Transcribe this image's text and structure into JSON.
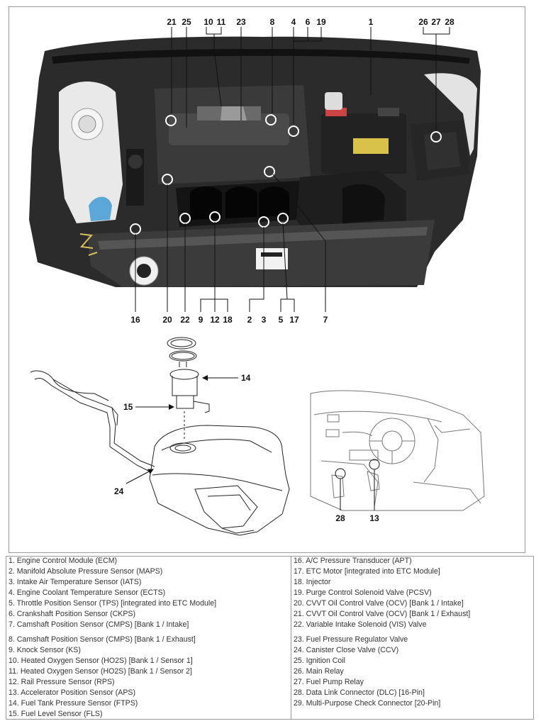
{
  "engine_callouts": {
    "top": [
      "21",
      "25",
      "10",
      "11",
      "23",
      "8",
      "4",
      "6",
      "19",
      "1",
      "26",
      "27",
      "28"
    ],
    "bottom": [
      "16",
      "20",
      "22",
      "9",
      "12",
      "18",
      "2",
      "3",
      "5",
      "17",
      "7"
    ]
  },
  "fuel_callouts": [
    "14",
    "15",
    "24"
  ],
  "cabin_callouts": [
    "28",
    "13"
  ],
  "legend": {
    "left": [
      "1. Engine Control Module (ECM)",
      "2. Manifold Absolute Pressure Sensor (MAPS)",
      "3. Intake Air Temperature Sensor (IATS)",
      "4. Engine Coolant Temperature Sensor (ECTS)",
      "5. Throttle Position Sensor (TPS) [integrated into ETC Module]",
      "6. Crankshaft Position Sensor (CKPS)",
      "7. Camshaft Position Sensor (CMPS) [Bank 1 / Intake]",
      "8. Camshaft Position Sensor (CMPS) [Bank 1 / Exhaust]",
      "9. Knock Sensor (KS)",
      "10. Heated Oxygen Sensor (HO2S) [Bank 1 / Sensor 1]",
      "11. Heated Oxygen Sensor (HO2S) [Bank 1 / Sensor 2]",
      "12. Rail Pressure Sensor (RPS)",
      "13. Accelerator Position Sensor (APS)",
      "14. Fuel Tank Pressure Sensor (FTPS)",
      "15. Fuel Level Sensor (FLS)"
    ],
    "right": [
      "16. A/C Pressure Transducer (APT)",
      "17. ETC Motor [integrated into ETC Module]",
      "18. Injector",
      "19. Purge Control Solenoid Valve (PCSV)",
      "20. CVVT Oil Control Valve (OCV) [Bank 1 / Intake]",
      "21. CVVT Oil Control Valve (OCV) [Bank 1 / Exhaust]",
      "22. Variable Intake Solenoid (VIS) Valve",
      "23. Fuel Pressure Regulator Valve",
      "24. Canister Close Valve (CCV)",
      "25. Ignition Coil",
      "26. Main Relay",
      "27. Fuel Pump Relay",
      "28. Data Link Connector (DLC) [16-Pin]",
      "29. Multi-Purpose Check Connector [20-Pin]"
    ]
  }
}
